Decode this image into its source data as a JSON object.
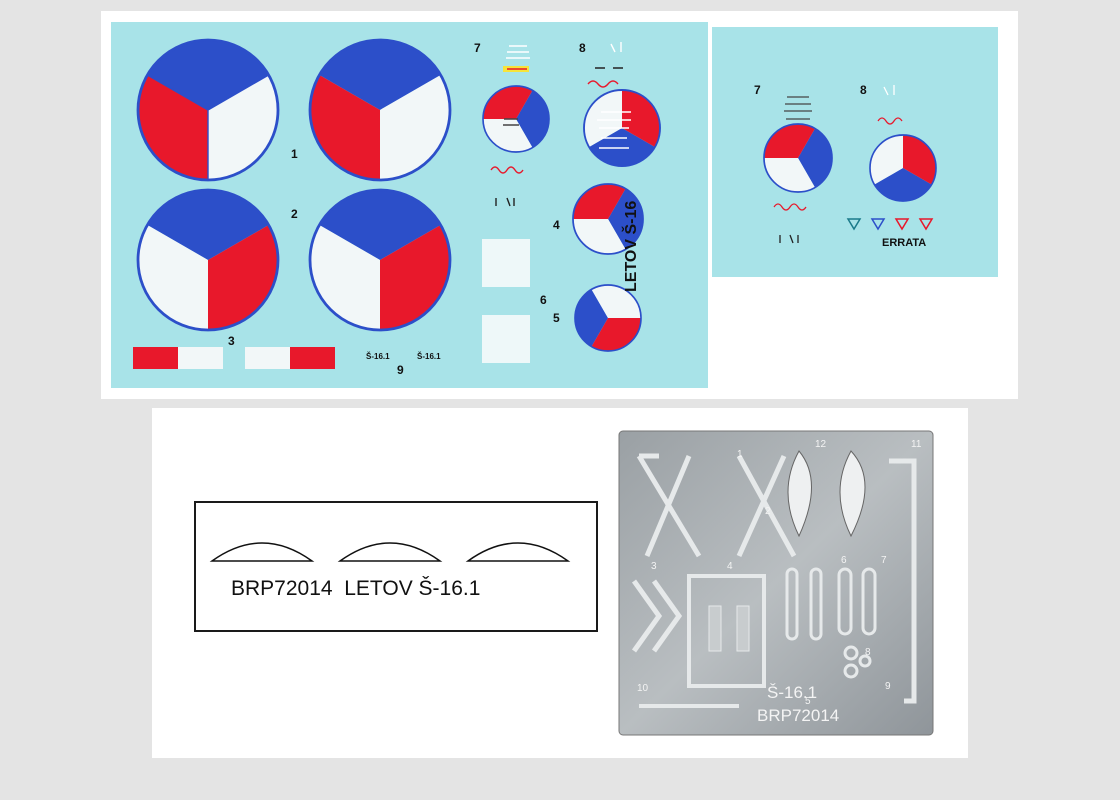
{
  "decal_sheet": {
    "title": "LETOV Š-16",
    "numbers": [
      "1",
      "2",
      "3",
      "4",
      "5",
      "6",
      "7",
      "8",
      "9"
    ],
    "tail_code_left": "Š-16.1",
    "tail_code_right": "Š-16.1",
    "colors": {
      "blue": "#2c4fc9",
      "red": "#e8182b",
      "white": "#f2f7f8",
      "sheet": "#a8e3e8"
    }
  },
  "errata_sheet": {
    "label": "ERRATA",
    "numbers": [
      "7",
      "8"
    ]
  },
  "film": {
    "caption": "BRP72014  LETOV Š-16.1"
  },
  "pe_fret": {
    "code": "Š-16.1",
    "product": "BRP72014",
    "numbers": [
      "1",
      "2",
      "3",
      "4",
      "5",
      "6",
      "7",
      "8",
      "9",
      "10",
      "11",
      "12"
    ]
  }
}
